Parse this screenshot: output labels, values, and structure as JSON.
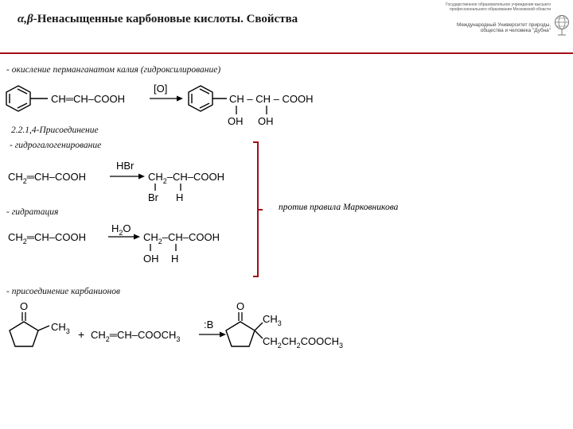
{
  "header": {
    "title_greek": "α,β-",
    "title_rest": "Ненасыщенные карбоновые кислоты. Свойства",
    "logo_small": "Государственное образовательное учреждение высшего профессионального образования Московской области",
    "logo_main": "Международный Университет природы, общества и человека \"Дубна\""
  },
  "sections": {
    "oxidation": "- окисление перманганатом калия (гидроксилирование)",
    "addition_title": "2.2.1,4-Присоединение",
    "hydrohalogenation": "- гидрогалогенирование",
    "hydration": "- гидратация",
    "carbanion": "- присоединение карбанионов"
  },
  "note": "против правила Марковникова",
  "reactions": {
    "r1": {
      "reactant": "CH═CH‒COOH",
      "reagent": "[O]",
      "product_chain": "CH ‒ CH ‒ COOH",
      "sub1": "OH",
      "sub2": "OH"
    },
    "r2": {
      "reactant_a": "CH",
      "reactant_sub": "2",
      "reactant_b": "═CH‒COOH",
      "reagent": "HBr",
      "product_a": "CH",
      "product_sub": "2",
      "product_b": "‒CH‒COOH",
      "sub1": "Br",
      "sub2": "H"
    },
    "r3": {
      "reactant_a": "CH",
      "reactant_sub": "2",
      "reactant_b": "═CH‒COOH",
      "reagent_a": "H",
      "reagent_sub": "2",
      "reagent_b": "O",
      "product_a": "CH",
      "product_sub": "2",
      "product_b": "‒CH‒COOH",
      "sub1": "OH",
      "sub2": "H"
    },
    "r4": {
      "ketone_o": "O",
      "ketone_ch3_a": "CH",
      "ketone_ch3_sub": "3",
      "plus": "+",
      "acceptor_a": "CH",
      "acceptor_sub": "2",
      "acceptor_b": "═CH‒COOCH",
      "acceptor_sub2": "3",
      "reagent": ":B",
      "product_o": "O",
      "product_ch3_a": "CH",
      "product_ch3_sub": "3",
      "product_chain_a": "CH",
      "product_chain_sub1": "2",
      "product_chain_b": "CH",
      "product_chain_sub2": "2",
      "product_chain_c": "COOCH",
      "product_chain_sub3": "3"
    }
  },
  "colors": {
    "header_line": "#a30d16",
    "bracket": "#a30d16"
  }
}
